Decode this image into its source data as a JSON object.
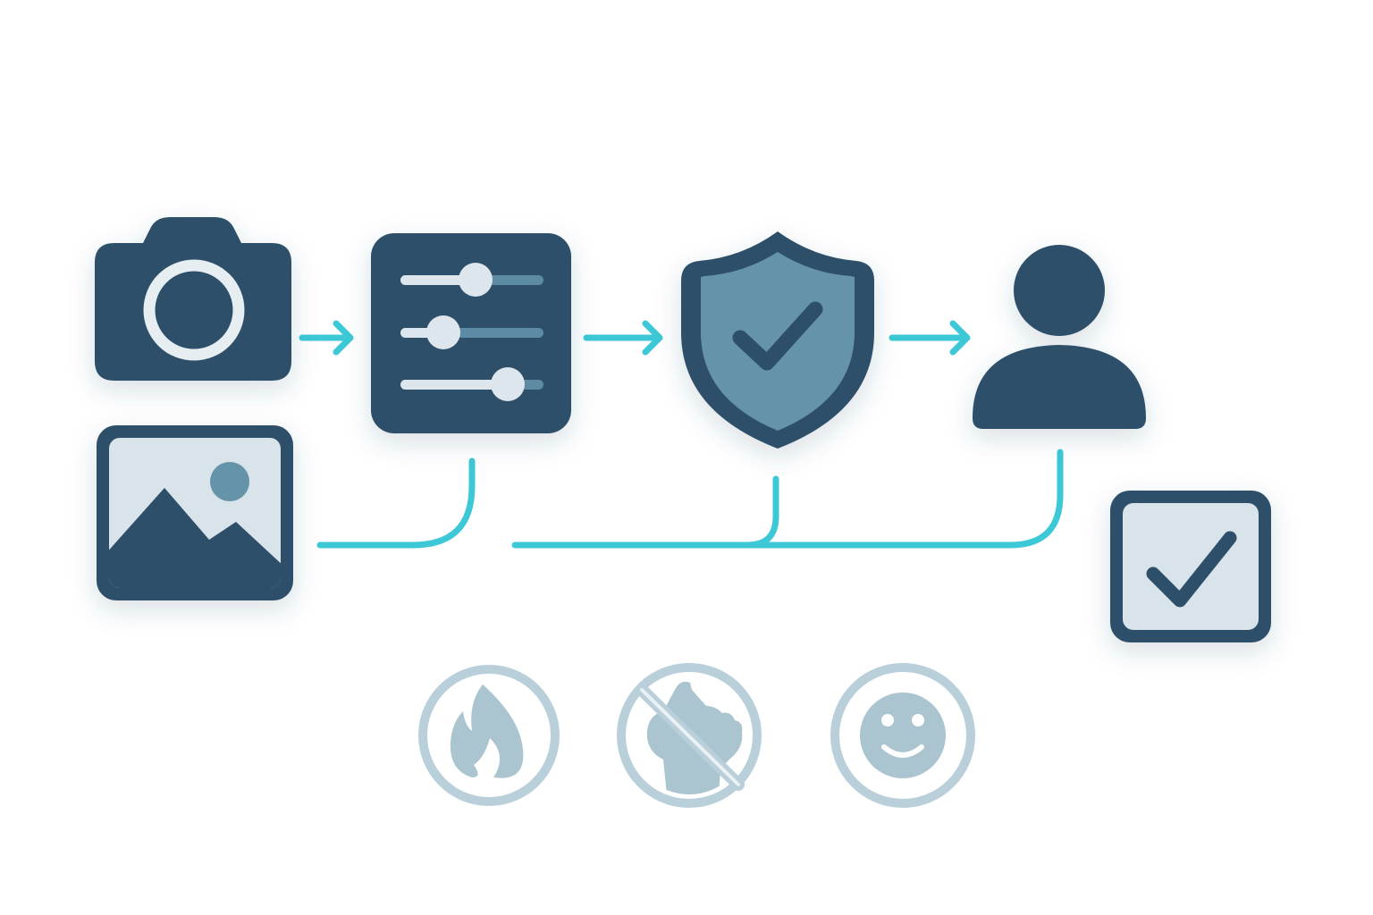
{
  "colors": {
    "primary": "#2f4f6b",
    "primary_light": "#6593aa",
    "accent": "#3cc8d6",
    "panel_light": "#d8e3ea",
    "muted": "#aac4d0",
    "muted_ring": "#b9cfd9",
    "slider_track": "#5d8ba3",
    "slider_knob": "#dce6ec",
    "background": "#ffffff"
  },
  "pipeline": {
    "steps": [
      {
        "id": "capture",
        "icon": "camera-icon"
      },
      {
        "id": "adjust",
        "icon": "sliders-icon"
      },
      {
        "id": "verify",
        "icon": "shield-check-icon"
      },
      {
        "id": "deliver",
        "icon": "user-icon"
      }
    ],
    "inputs": [
      {
        "id": "gallery",
        "icon": "image-icon"
      }
    ],
    "result": {
      "id": "approved",
      "icon": "checkbox-checked-icon"
    }
  },
  "filters": [
    {
      "id": "violence",
      "icon": "flame-icon"
    },
    {
      "id": "weapons",
      "icon": "no-weapon-icon"
    },
    {
      "id": "safe",
      "icon": "smiley-icon"
    }
  ]
}
